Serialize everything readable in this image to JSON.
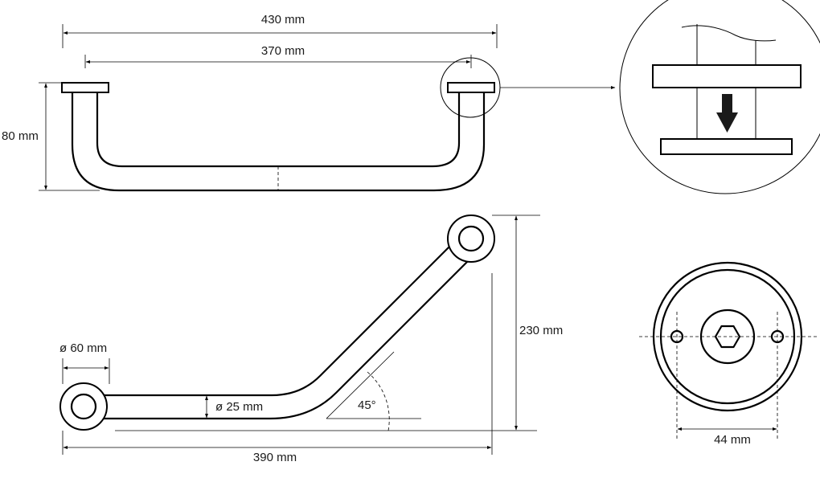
{
  "dimensions": {
    "overall_length": "430 mm",
    "center_distance": "370 mm",
    "depth": "80 mm",
    "angled_height": "230 mm",
    "flange_diameter": "ø 60 mm",
    "tube_diameter": "ø 25 mm",
    "angle": "45°",
    "angled_length": "390 mm",
    "hole_spacing": "44 mm"
  },
  "colors": {
    "line": "#000000",
    "background": "#ffffff",
    "arrow": "#1a1a1a"
  },
  "icons": {
    "detail_arrow": "arrow-down-icon",
    "fixing_hole": "hexagon-icon"
  }
}
